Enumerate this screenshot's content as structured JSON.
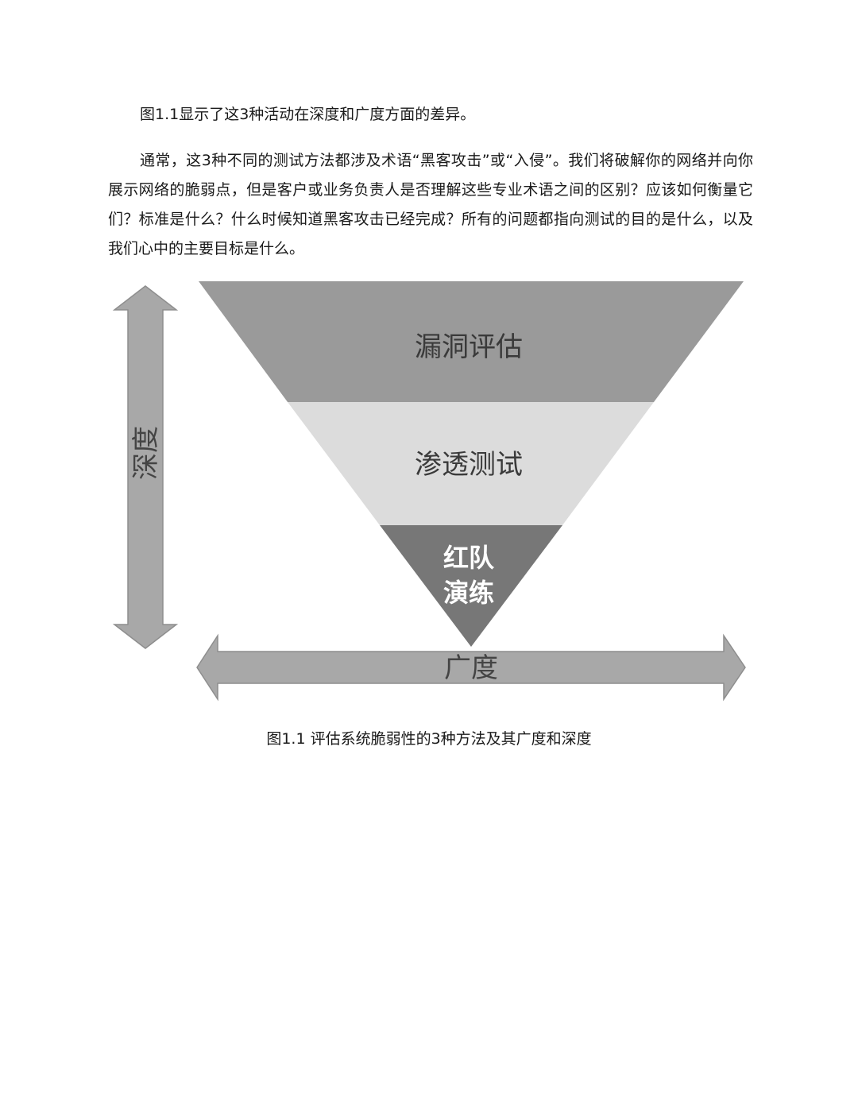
{
  "paragraphs": [
    "图1.1显示了这3种活动在深度和广度方面的差异。",
    "通常，这3种不同的测试方法都涉及术语“黑客攻击”或“入侵”。我们将破解你的网络并向你展示网络的脆弱点，但是客户或业务负责人是否理解这些专业术语之间的区别？应该如何衡量它们？标准是什么？什么时候知道黑客攻击已经完成？所有的问题都指向测试的目的是什么，以及我们心中的主要目标是什么。"
  ],
  "figure": {
    "layers": [
      {
        "label": "漏洞评估",
        "color": "#9a9a9a"
      },
      {
        "label": "渗透测试",
        "color": "#dcdcdc"
      },
      {
        "label_line1": "红队",
        "label_line2": "演练",
        "color": "#777777"
      }
    ],
    "depth_label": "深度",
    "breadth_label": "广度",
    "arrow_color": "#a8a8a8",
    "caption": "图1.1 评估系统脆弱性的3种方法及其广度和深度"
  }
}
